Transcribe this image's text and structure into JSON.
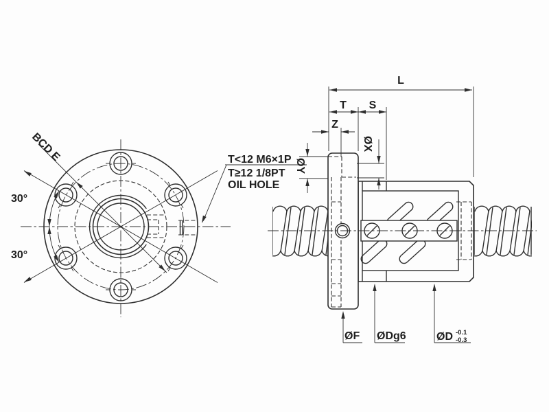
{
  "drawing": {
    "title": "ball-screw-flange-nut-drawing",
    "colors": {
      "line": "#2e2e2e",
      "background": "#fdfdfd"
    },
    "front_view": {
      "bolt_circle_label": "BCD E",
      "angle_upper": "30°",
      "angle_lower": "30°"
    },
    "note": {
      "line1": "T<12 M6×1P",
      "line2": "T≥12 1/8PT",
      "line3": "OIL HOLE"
    },
    "side_view": {
      "dim_length": "L",
      "dim_flange_thickness": "T",
      "dim_s": "S",
      "dim_z": "Z",
      "dim_oil_hole_x": "ØX",
      "dim_oil_hole_y": "ØY",
      "dim_flange_od": "ØF",
      "dim_spigot_od": "ØDg6",
      "dim_body_od": "ØD",
      "body_od_tolerance_upper": "-0.1",
      "body_od_tolerance_lower": "-0.3"
    }
  }
}
